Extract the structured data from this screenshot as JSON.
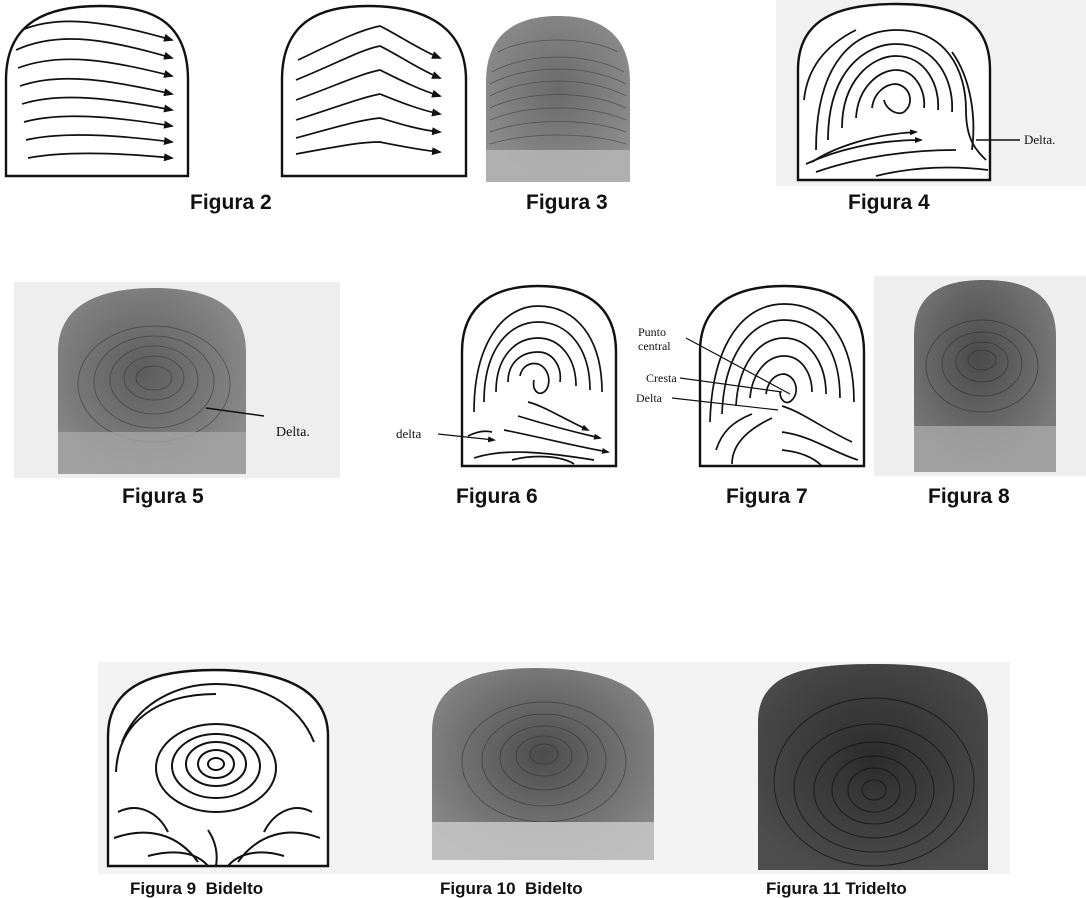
{
  "figures": [
    {
      "id": "figura2",
      "caption": "Figura 2",
      "kind": "drawing",
      "pattern": "arch"
    },
    {
      "id": "figura3",
      "caption": "Figura 3",
      "kind": "print",
      "pattern": "arch"
    },
    {
      "id": "figura4",
      "caption": "Figura 4",
      "kind": "drawing",
      "pattern": "loop",
      "annotations": [
        "Delta."
      ]
    },
    {
      "id": "figura5",
      "caption": "Figura 5",
      "kind": "print",
      "pattern": "loop",
      "annotations": [
        "Delta."
      ]
    },
    {
      "id": "figura6",
      "caption": "Figura 6",
      "kind": "drawing",
      "pattern": "loop",
      "annotations": [
        "delta"
      ]
    },
    {
      "id": "figura7",
      "caption": "Figura 7",
      "kind": "drawing",
      "pattern": "loop",
      "annotations": [
        "Punto",
        "central",
        "Cresta",
        "Delta"
      ]
    },
    {
      "id": "figura8",
      "caption": "Figura 8",
      "kind": "print",
      "pattern": "loop"
    },
    {
      "id": "figura9",
      "caption": "Figura 9  Bidelto",
      "kind": "drawing",
      "pattern": "whorl"
    },
    {
      "id": "figura10",
      "caption": "Figura 10  Bidelto",
      "kind": "print",
      "pattern": "whorl"
    },
    {
      "id": "figura11",
      "caption": "Figura 11 Tridelto",
      "kind": "print",
      "pattern": "whorl"
    }
  ],
  "colors": {
    "ink": "#111111",
    "print_dark": "#4a4a4a",
    "print_mid": "#7a7a7a",
    "paper": "#ececec",
    "background": "#ffffff"
  }
}
